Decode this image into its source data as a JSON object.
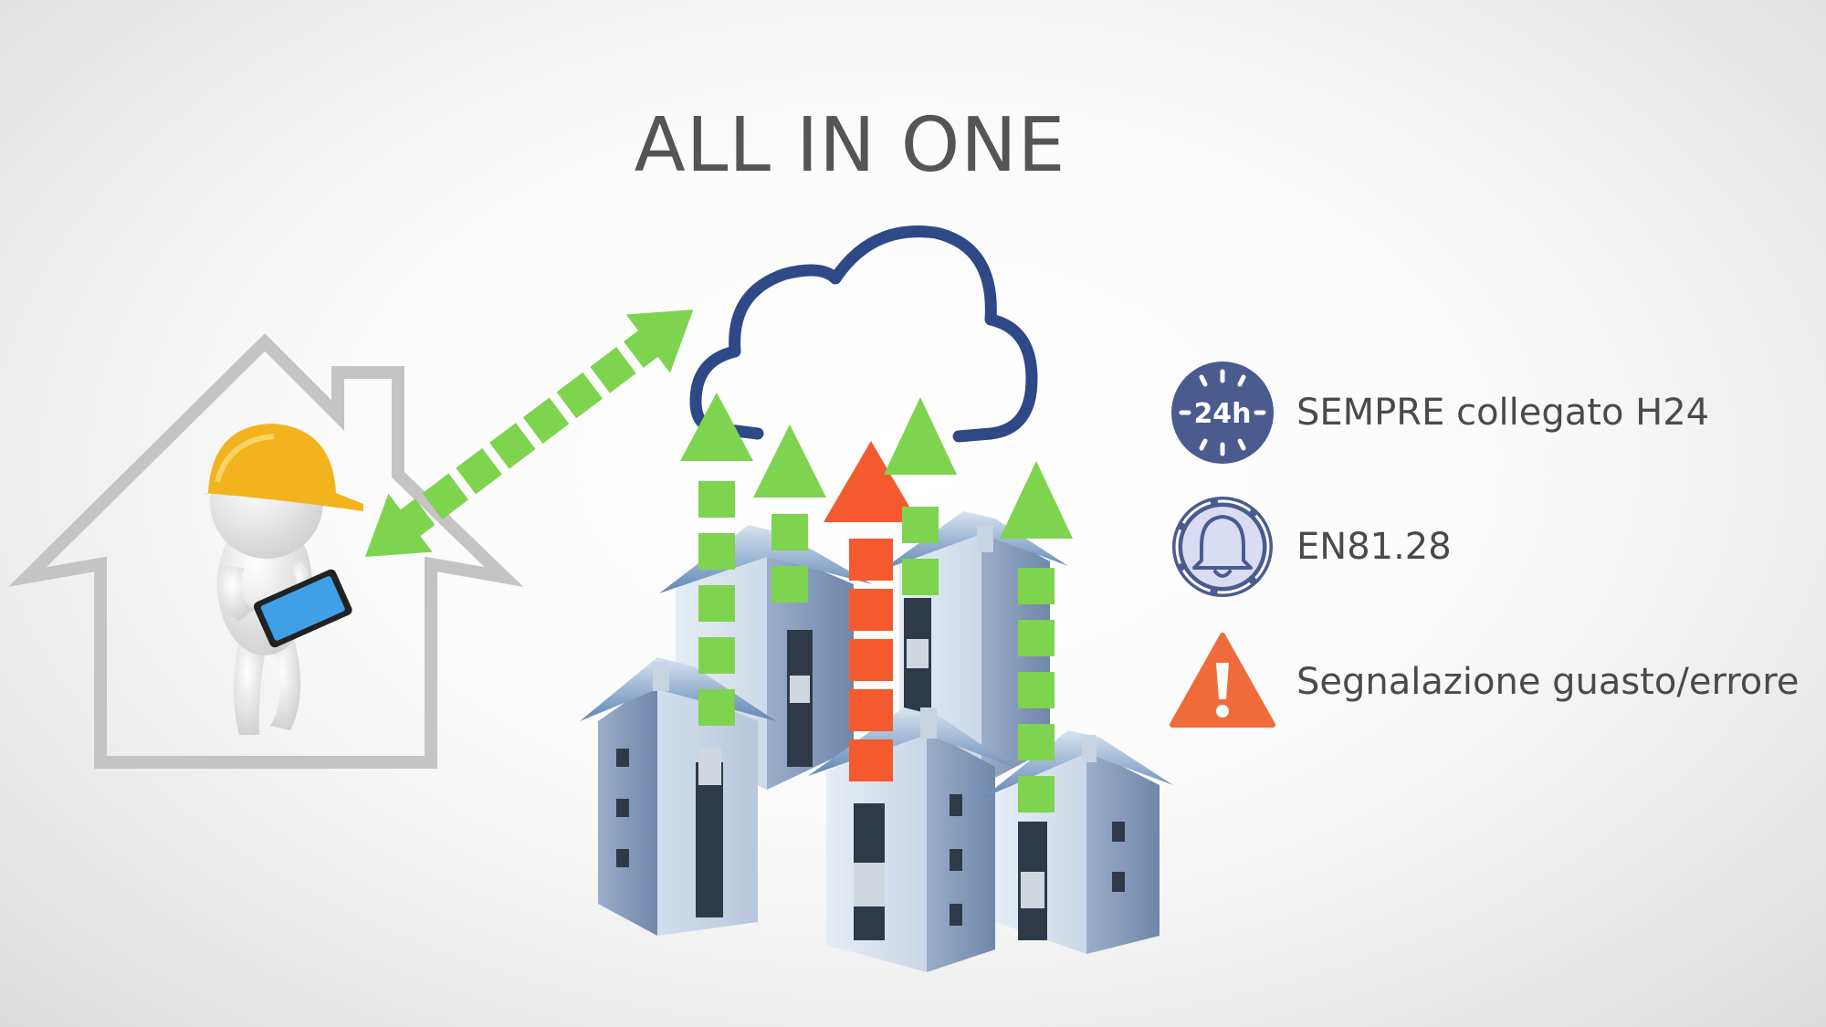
{
  "title": "ALL IN ONE",
  "features": [
    {
      "icon": "24h-clock-icon",
      "label": "SEMPRE collegato H24",
      "icon_text": "24h",
      "color": "#4a5b8f"
    },
    {
      "icon": "bell-icon",
      "label": "EN81.28",
      "color": "#4a5b8f"
    },
    {
      "icon": "warning-triangle-icon",
      "label": "Segnalazione guasto/errore",
      "color": "#ef6c3a"
    }
  ],
  "colors": {
    "data_arrow": "#7ed34f",
    "alarm_arrow": "#f45a2e",
    "cloud_outline": "#2f4987",
    "house_outline": "#c4c4c4",
    "helmet": "#f2b31d",
    "building_roof": "#6f95c2"
  }
}
